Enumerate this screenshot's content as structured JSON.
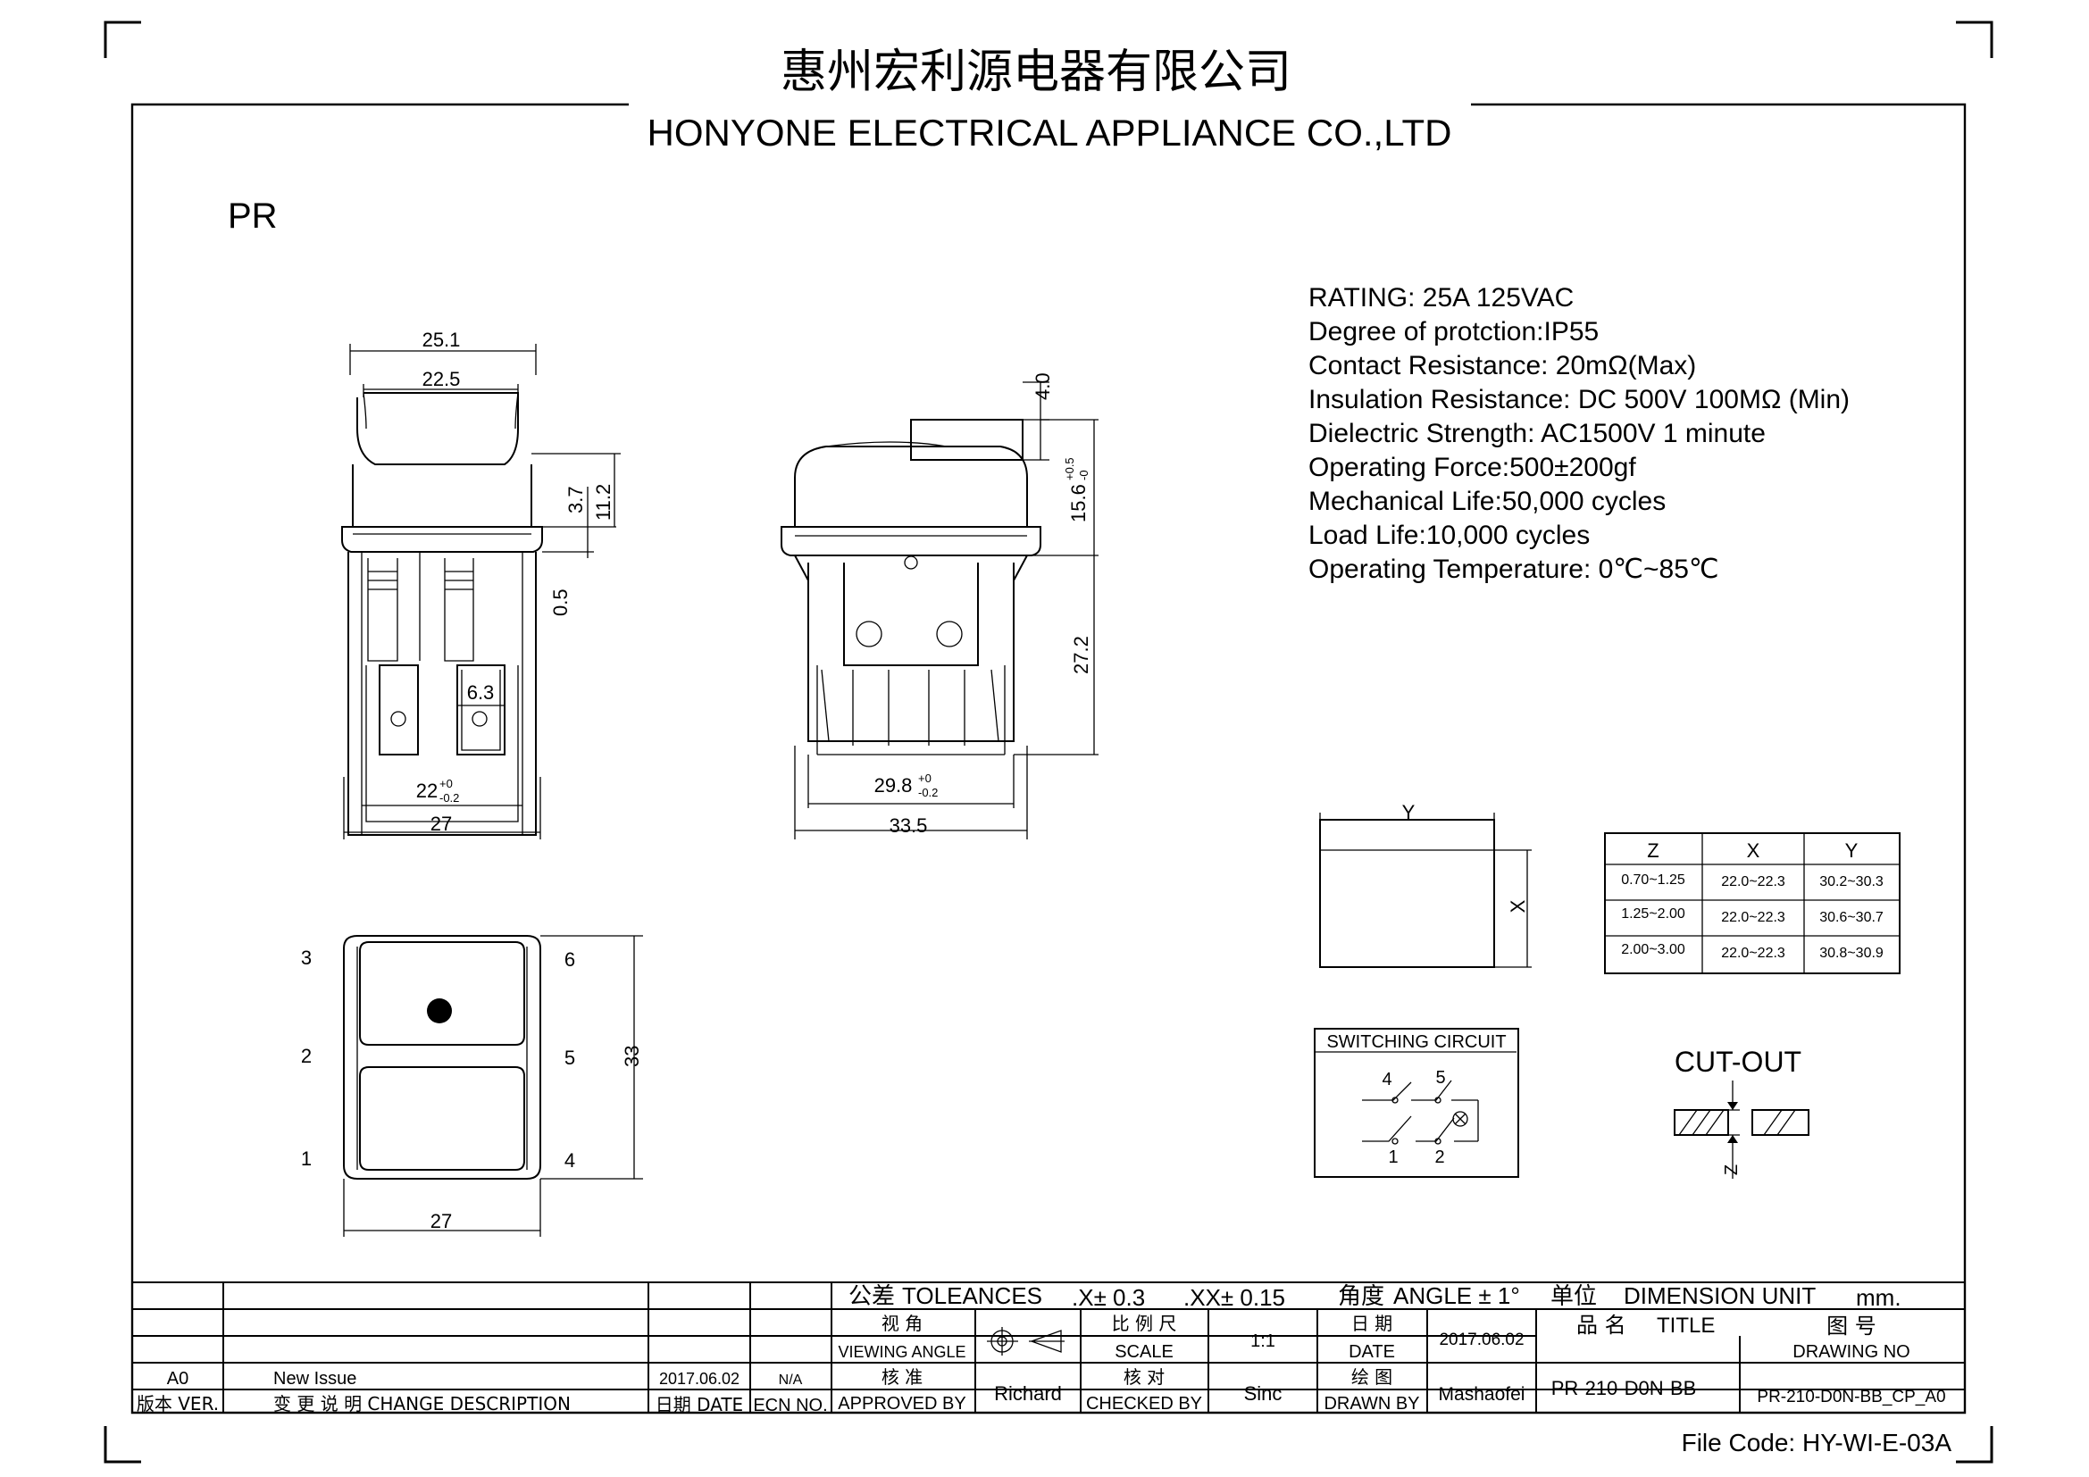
{
  "header": {
    "company_cn": "惠州宏利源电器有限公司",
    "company_en": "HONYONE ELECTRICAL APPLIANCE CO.,LTD",
    "series": "PR"
  },
  "specs": [
    "RATING: 25A 125VAC",
    "Degree of protction:IP55",
    "Contact Resistance: 20mΩ(Max)",
    "Insulation Resistance: DC 500V 100MΩ (Min)",
    "Dielectric Strength: AC1500V 1 minute",
    "Operating Force:500±200gf",
    "Mechanical Life:50,000 cycles",
    "Load Life:10,000 cycles",
    "Operating Temperature: 0℃~85℃"
  ],
  "front_view": {
    "dim_top_outer": "25.1",
    "dim_top_inner": "22.5",
    "dim_37": "3.7",
    "dim_112": "11.2",
    "dim_05": "0.5",
    "dim_63": "6.3",
    "dim_22": "22",
    "dim_22_tol_upper": "+0",
    "dim_22_tol_lower": "-0.2",
    "dim_27": "27"
  },
  "side_view": {
    "dim_40": "4.0",
    "dim_156": "15.6",
    "dim_156_tol_upper": "+0.5",
    "dim_156_tol_lower": "-0",
    "dim_272": "27.2",
    "dim_298": "29.8",
    "dim_298_tol_upper": "+0",
    "dim_298_tol_lower": "-0.2",
    "dim_335": "33.5"
  },
  "bottom_view": {
    "terminals_left": [
      "3",
      "2",
      "1"
    ],
    "terminals_right": [
      "6",
      "5",
      "4"
    ],
    "dim_33": "33",
    "dim_27": "27"
  },
  "panel_diagram": {
    "label_y": "Y",
    "label_x": "X"
  },
  "cutout_table": {
    "headers": [
      "Z",
      "X",
      "Y"
    ],
    "rows": [
      [
        "0.70~1.25",
        "22.0~22.3",
        "30.2~30.3"
      ],
      [
        "1.25~2.00",
        "22.0~22.3",
        "30.6~30.7"
      ],
      [
        "2.00~3.00",
        "22.0~22.3",
        "30.8~30.9"
      ]
    ]
  },
  "switching_circuit": {
    "title": "SWITCHING CIRCUIT",
    "labels": [
      "4",
      "5",
      "1",
      "2"
    ]
  },
  "cutout": {
    "title": "CUT-OUT",
    "z_label": "Z"
  },
  "title_block": {
    "tolerances_cn": "公差",
    "tolerances_en": "TOLEANCES",
    "tol_x": ".X± 0.3",
    "tol_xx": ".XX± 0.15",
    "angle_cn": "角度",
    "angle_en": "ANGLE ± 1°",
    "unit_cn": "单位",
    "unit_en": "DIMENSION UNIT",
    "unit_value": "mm.",
    "viewing_cn": "视 角",
    "viewing_en": "VIEWING ANGLE",
    "scale_cn": "比 例 尺",
    "scale_en": "SCALE",
    "scale_value": "1:1",
    "date_cn": "日 期",
    "date_en": "DATE",
    "date_value": "2017.06.02",
    "title_cn": "品 名",
    "title_en": "TITLE",
    "drawing_no_cn": "图 号",
    "drawing_no_en": "DRAWING NO",
    "approved_cn": "核 准",
    "approved_en": "APPROVED BY",
    "approved_value": "Richard",
    "checked_cn": "核 对",
    "checked_en": "CHECKED BY",
    "checked_value": "Sinc",
    "drawn_cn": "绘 图",
    "drawn_en": "DRAWN BY",
    "drawn_value": "Mashaofei",
    "title_value": "PR-210-D0N-BB",
    "drawing_no_value": "PR-210-D0N-BB_CP_A0",
    "rev_version": "A0",
    "rev_desc": "New Issue",
    "rev_date": "2017.06.02",
    "rev_ecn": "N/A",
    "hdr_version": "版本 VER.",
    "hdr_change": "变 更 说 明   CHANGE DESCRIPTION",
    "hdr_date": "日期 DATE",
    "hdr_ecn": "ECN NO."
  },
  "file_code": "File Code: HY-WI-E-03A"
}
